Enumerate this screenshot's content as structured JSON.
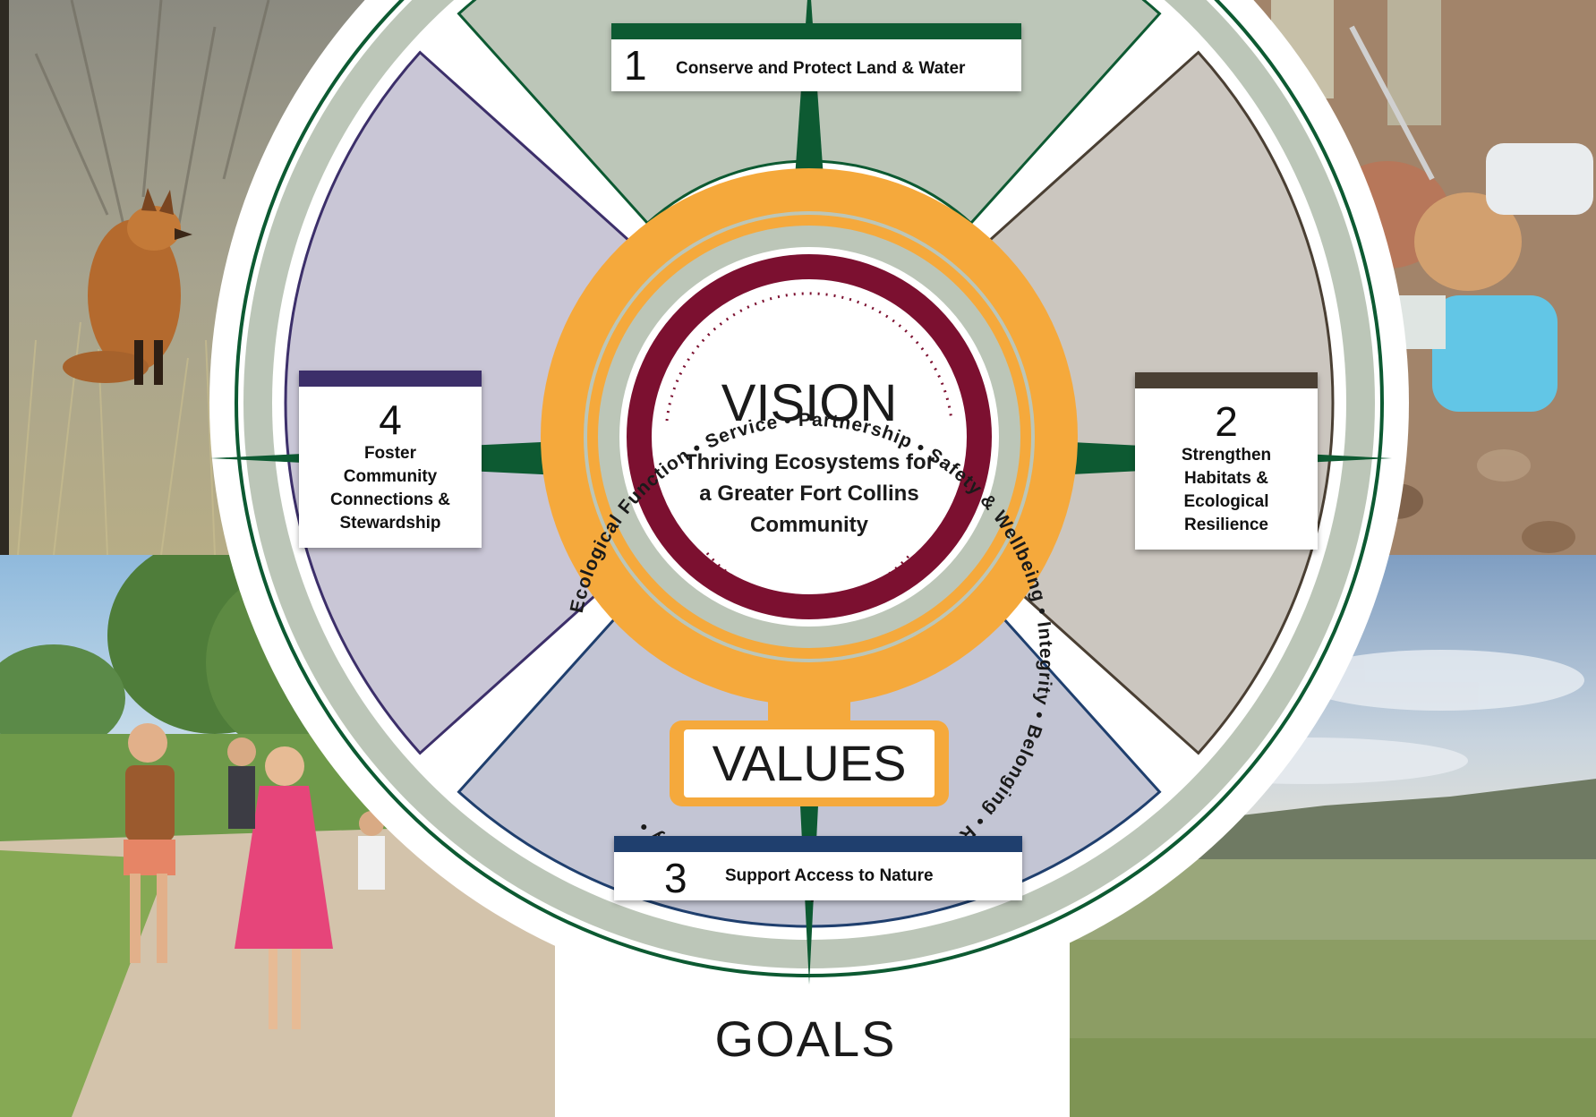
{
  "vision": {
    "heading": "VISION",
    "statement_line1": "Thriving Ecosystems for",
    "statement_line2": "a Greater Fort Collins",
    "statement_line3": "Community"
  },
  "values": {
    "heading": "VALUES",
    "items": [
      "Ecological Function",
      "Service",
      "Partnership",
      "Safety & Wellbeing",
      "Integrity",
      "Belonging",
      "Resource Protection",
      "Connectivity"
    ],
    "separator": "•"
  },
  "goals": {
    "heading": "GOALS",
    "items": [
      {
        "number": "1",
        "lines": [
          "Conserve and Protect Land & Water"
        ]
      },
      {
        "number": "2",
        "lines": [
          "Strengthen",
          "Habitats &",
          "Ecological",
          "Resilience"
        ]
      },
      {
        "number": "3",
        "lines": [
          "Support Access to Nature"
        ]
      },
      {
        "number": "4",
        "lines": [
          "Foster",
          "Community",
          "Connections &",
          "Stewardship"
        ]
      }
    ]
  },
  "colors": {
    "compass_green": "#0d5a32",
    "outer_ring": "#bcc6b8",
    "sector_top": "#bcc6b8",
    "sector_right": "#cbc6bf",
    "sector_bottom": "#c3c5d4",
    "sector_left": "#c9c6d6",
    "values_ring": "#f5a93c",
    "vision_ring": "#7c1030",
    "goal1_bar": "#0d5a32",
    "goal2_bar": "#4a3f33",
    "goal3_bar": "#1f3f6e",
    "goal4_bar": "#3c2f6a"
  },
  "photos": {
    "top_left": "fox-in-grass-photo",
    "top_right": "children-exploring-creek-photo",
    "bottom_left": "children-walking-trail-photo",
    "bottom_right": "grassland-hills-landscape-photo"
  }
}
